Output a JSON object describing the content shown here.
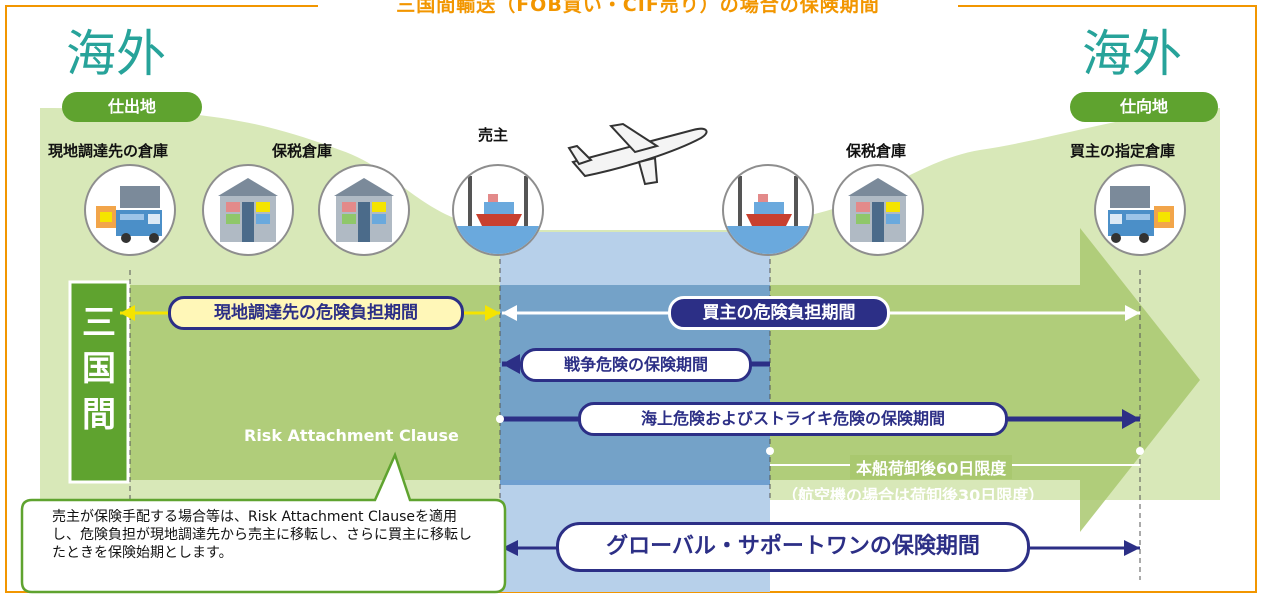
{
  "title": "三国間輸送（FOB買い・CIF売り）の場合の保険期間",
  "overseas_left": "海外",
  "overseas_right": "海外",
  "origin_pill": "仕出地",
  "destination_pill": "仕向地",
  "locations": {
    "local_supplier_warehouse": "現地調達先の倉庫",
    "bonded_warehouse_left": "保税倉庫",
    "seller": "売主",
    "bonded_warehouse_right": "保税倉庫",
    "buyer_warehouse": "買主の指定倉庫"
  },
  "vertical_label": "三国間",
  "periods": {
    "supplier_risk": {
      "prefix": "現地調達先の",
      "bold": "危険負担期間"
    },
    "buyer_risk": {
      "prefix": "買主の",
      "bold": "危険負担期間"
    },
    "war_risk": "戦争危険の保険期間",
    "marine_strike": "海上危険およびストライキ危険の保険期間",
    "global_support": "グローバル・サポートワンの保険期間"
  },
  "risk_attachment_clause": "Risk Attachment Clause",
  "unloading_limit_1": "本船荷卸後60日限度",
  "unloading_limit_2": "（航空機の場合は荷卸後30日限度）",
  "callout_text": "売主が保険手配する場合等は、Risk Attachment Clauseを適用し、危険負担が現地調達先から売主に移転し、さらに買主に移転したときを保険始期とします。",
  "icons": [
    "truck-warehouse-icon",
    "warehouse-icon",
    "warehouse-icon",
    "ship-port-icon",
    "airplane-icon",
    "ship-port-icon",
    "warehouse-icon",
    "truck-warehouse-icon"
  ],
  "colors": {
    "orange": "#f29600",
    "navy": "#2c2f86",
    "green": "#5fa32f",
    "light_green": "#d8e8b8",
    "mid_green": "#9bbb59",
    "blue": "#6f9fd0",
    "yellow": "#f5e400",
    "teal": "#27a39a"
  }
}
